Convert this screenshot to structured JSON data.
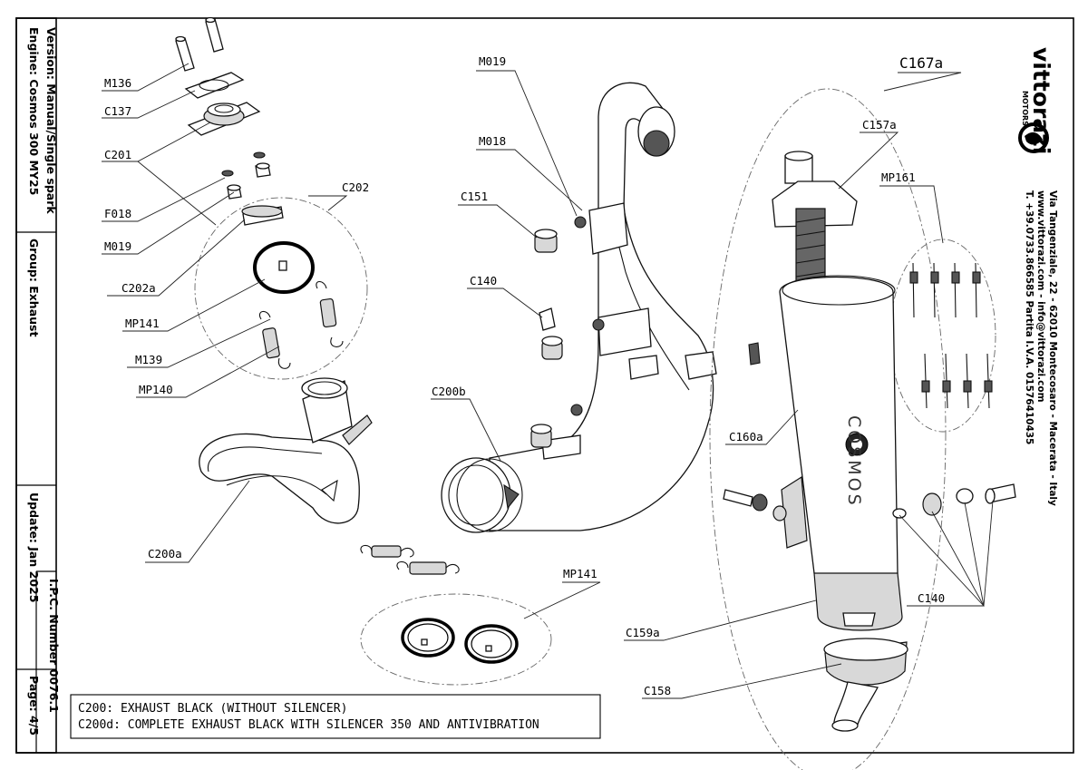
{
  "sidebar": {
    "engine": "Engine: Cosmos 300 MY25",
    "version": "Version: Manual/Single spark",
    "group": "Group: Exhaust",
    "update": "Update: Jan 2025",
    "ipc_number": "I.P.C. Number 0076.1",
    "page": "Page: 4/5"
  },
  "company": {
    "brand": "vittorazi",
    "subbrand": "MOTORS",
    "address": "Via Tangenziale, 22 - 62010 Montecosaro - Macerata - Italy",
    "contacts": "www.vittorazi.com - info@vittorazi.com",
    "phone_vat": "T. +39.0733.866585 Partita I.V.A. 01576410435"
  },
  "callouts": {
    "m136": "M136",
    "c137": "C137",
    "c201": "C201",
    "f018": "F018",
    "m019_left": "M019",
    "c202": "C202",
    "c202a": "C202a",
    "mp141_top": "MP141",
    "m139": "M139",
    "mp140": "MP140",
    "c200a": "C200a",
    "m019_mid": "M019",
    "m018": "M018",
    "c151": "C151",
    "c140_mid": "C140",
    "c200b": "C200b",
    "mp141_bottom": "MP141",
    "c167a": "C167a",
    "c157a": "C157a",
    "mp161": "MP161",
    "c160a": "C160a",
    "c140_right": "C140",
    "c159a": "C159a",
    "c158": "C158"
  },
  "silencer_text": "COSMOS",
  "notes": {
    "line1": "C200: EXHAUST BLACK (WITHOUT SILENCER)",
    "line2": "C200d: COMPLETE EXHAUST BLACK WITH SILENCER 350 AND ANTIVIBRATION"
  }
}
